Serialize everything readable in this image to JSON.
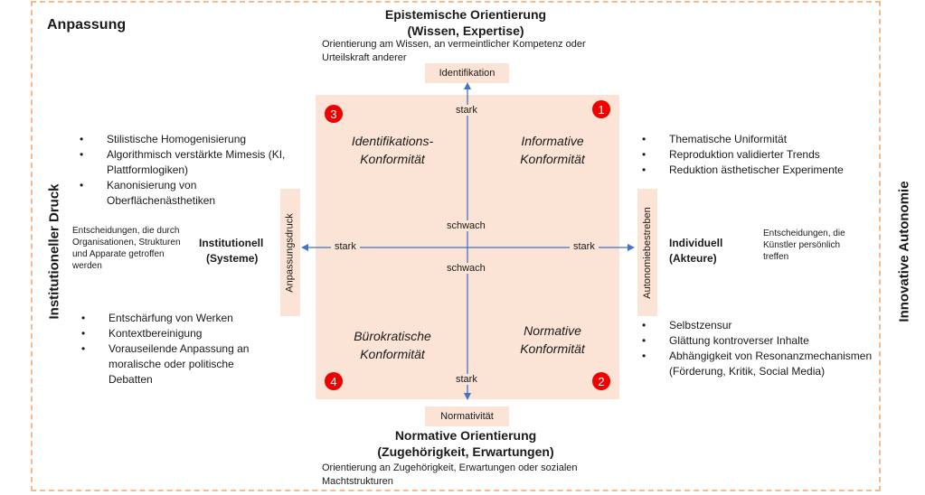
{
  "title": "Anpassung",
  "outer_border_color": "#f8b98c",
  "quadrant_fill": "#fbe3d5",
  "axis_color": "#4472c4",
  "badge_color": "#ee0000",
  "top": {
    "heading_line1": "Epistemische Orientierung",
    "heading_line2": "(Wissen, Expertise)",
    "description": "Orientierung am Wissen, an vermeintlicher Kompetenz oder Urteilskraft anderer",
    "tag": "Identifikation"
  },
  "bottom": {
    "heading_line1": "Normative Orientierung",
    "heading_line2": "(Zugehörigkeit, Erwartungen)",
    "description": "Orientierung an Zugehörigkeit, Erwartungen oder sozialen Machtstrukturen",
    "tag": "Normativität"
  },
  "left": {
    "vertical_title": "Institutioneller Druck",
    "axis_tag": "Anpassungsdruck",
    "heading_line1": "Institutionell",
    "heading_line2": "(Systeme)",
    "description": "Entscheidungen, die durch Organisationen, Strukturen und Apparate getroffen werden",
    "bullets_top": [
      "Stilistische Homogenisierung",
      "Algorithmisch verstärkte Mimesis (KI, Plattformlogiken)",
      "Kanonisierung von Oberflächenästhetiken"
    ],
    "bullets_bottom": [
      "Entschärfung von Werken",
      "Kontextbereinigung",
      "Vorauseilende Anpassung an moralische oder politische Debatten"
    ]
  },
  "right": {
    "vertical_title": "Innovative Autonomie",
    "axis_tag": "Autonomiebestreben",
    "heading_line1": "Individuell",
    "heading_line2": "(Akteure)",
    "description": "Entscheidungen, die Künstler persönlich treffen",
    "bullets_top": [
      "Thematische Uniformität",
      "Reproduktion validierter Trends",
      "Reduktion ästhetischer Experimente"
    ],
    "bullets_bottom": [
      "Selbstzensur",
      "Glättung kontroverser Inhalte",
      "Abhängigkeit von Resonanzmechanismen (Förderung, Kritik, Social Media)"
    ]
  },
  "axes": {
    "top_end": "stark",
    "bottom_end": "stark",
    "left_end": "stark",
    "right_end": "stark",
    "center_upper": "schwach",
    "center_lower": "schwach"
  },
  "quadrants": [
    {
      "number": "3",
      "line1": "Identifikations-",
      "line2": "Konformität",
      "position": "top-left"
    },
    {
      "number": "1",
      "line1": "Informative",
      "line2": "Konformität",
      "position": "top-right"
    },
    {
      "number": "4",
      "line1": "Bürokratische",
      "line2": "Konformität",
      "position": "bottom-left"
    },
    {
      "number": "2",
      "line1": "Normative",
      "line2": "Konformität",
      "position": "bottom-right"
    }
  ]
}
